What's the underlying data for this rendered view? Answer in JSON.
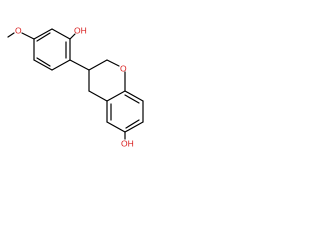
{
  "structure": {
    "atom_labels": {
      "phenol_oh_top": "OH",
      "methoxy_o": "O",
      "ring_o": "O",
      "phenol_oh_bottom": "OH"
    },
    "colors": {
      "bond": "#000000",
      "heteroatom": "#d81e1e"
    }
  }
}
